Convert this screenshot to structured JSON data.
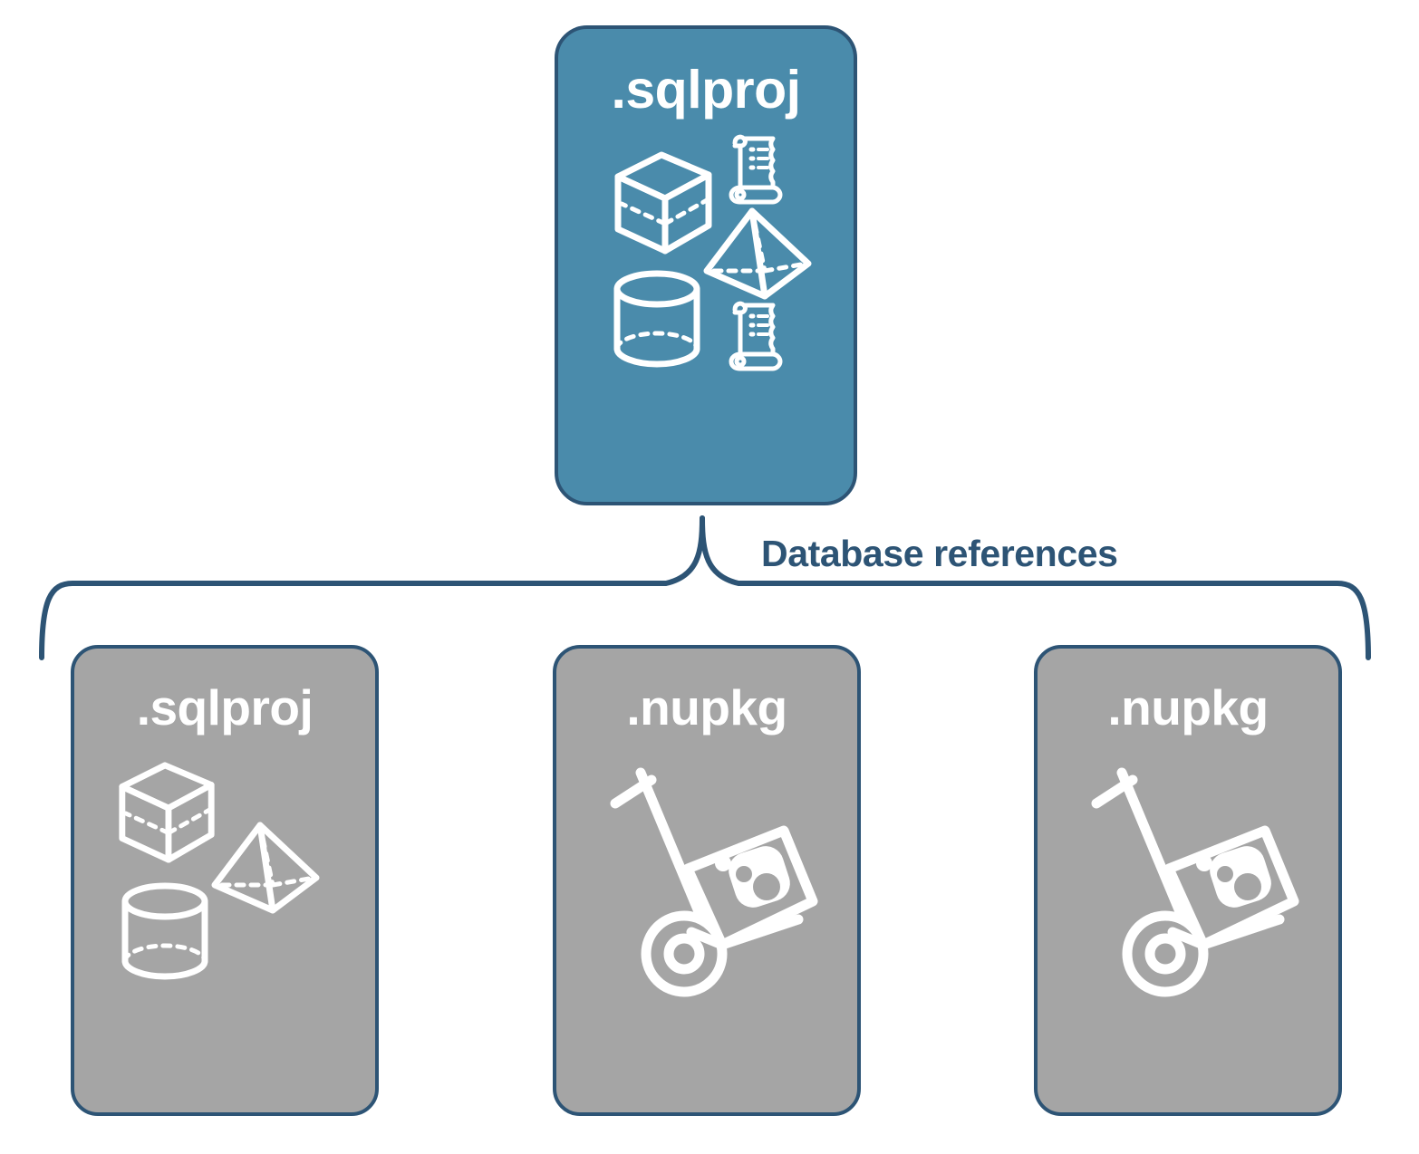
{
  "diagram": {
    "title_text": "",
    "colors": {
      "accent_blue": "#4a8bab",
      "border_navy": "#2d5475",
      "reference_gray": "#a5a5a5",
      "icon_white": "#ffffff",
      "background": "#ffffff"
    },
    "connector": {
      "label": "Database references",
      "style": "curly-brace",
      "color": "#2d5475"
    },
    "root": {
      "label": ".sqlproj",
      "fill": "#4a8bab",
      "icons": [
        "cube-icon",
        "scroll-icon",
        "pyramid-icon",
        "cylinder-icon",
        "scroll-icon"
      ]
    },
    "references": [
      {
        "label": ".sqlproj",
        "fill": "#a5a5a5",
        "icons": [
          "cube-icon",
          "pyramid-icon",
          "cylinder-icon"
        ]
      },
      {
        "label": ".nupkg",
        "fill": "#a5a5a5",
        "icons": [
          "hand-truck-package-icon"
        ]
      },
      {
        "label": ".nupkg",
        "fill": "#a5a5a5",
        "icons": [
          "hand-truck-package-icon"
        ]
      }
    ]
  }
}
